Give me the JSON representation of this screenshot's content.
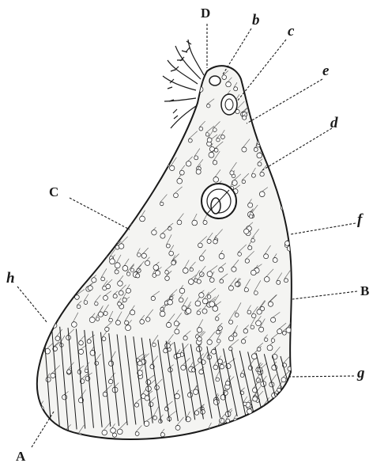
{
  "figure": {
    "labels": {
      "D": "D",
      "b": "b",
      "c_lower": "c",
      "e": "e",
      "d": "d",
      "C": "C",
      "f": "f",
      "h": "h",
      "B": "B",
      "g": "g",
      "A": "A"
    }
  },
  "colors": {
    "ink": "#1a1a1a",
    "paper": "#ffffff",
    "body_fill": "#f4f4f2"
  }
}
